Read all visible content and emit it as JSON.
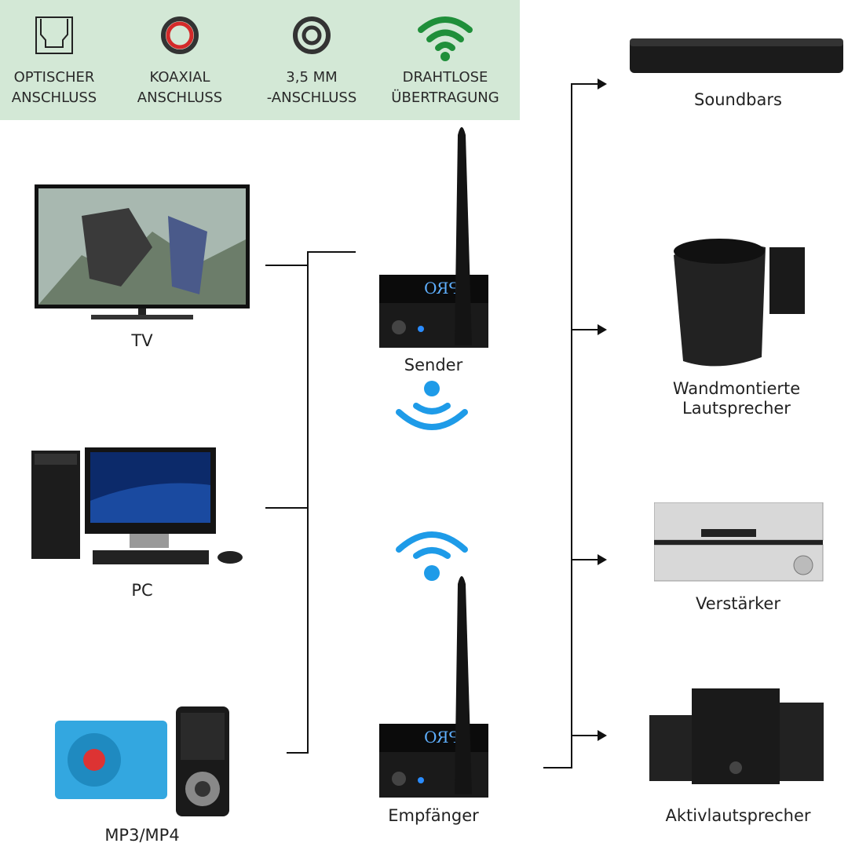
{
  "features": [
    {
      "icon": "optical-port-icon",
      "line1": "OPTISCHER",
      "line2": "ANSCHLUSS"
    },
    {
      "icon": "coaxial-port-icon",
      "line1": "KOAXIAL",
      "line2": "ANSCHLUSS"
    },
    {
      "icon": "aux-port-icon",
      "line1": "3,5 MM",
      "line2": "-ANSCHLUSS"
    },
    {
      "icon": "wifi-icon",
      "line1": "DRAHTLOSE",
      "line2": "ÜBERTRAGUNG"
    }
  ],
  "sources": {
    "tv": "TV",
    "pc": "PC",
    "mp3": "MP3/MP4"
  },
  "devices": {
    "sender": "Sender",
    "receiver": "Empfänger",
    "box_brand": "PRO"
  },
  "outputs": {
    "soundbars": "Soundbars",
    "wall_line1": "Wandmontierte",
    "wall_line2": "Lautsprecher",
    "amp": "Verstärker",
    "active": "Aktivlautsprecher"
  },
  "colors": {
    "banner": "#d3e8d6",
    "wireless": "#1e9be8",
    "wifi_green": "#1f8f3a",
    "coax_red": "#d42a2a"
  }
}
